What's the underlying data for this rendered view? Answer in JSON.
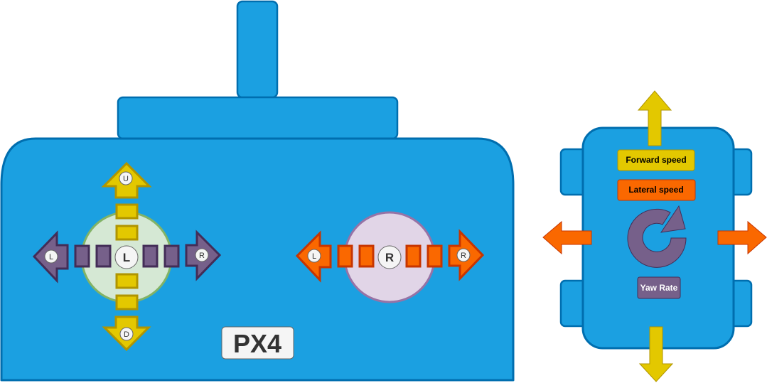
{
  "diagram": {
    "title": "PX4 RC controller to vehicle mapping",
    "controller": {
      "brand_label": "PX4",
      "left_stick": {
        "label": "L",
        "up_label": "U",
        "down_label": "D",
        "left_label": "L",
        "right_label": "R"
      },
      "right_stick": {
        "label": "R",
        "left_label": "L",
        "right_label": "R"
      }
    },
    "vehicle": {
      "forward_speed_label": "Forward speed",
      "lateral_speed_label": "Lateral speed",
      "yaw_rate_label": "Yaw Rate"
    },
    "colors": {
      "body": "#1ba0e1",
      "body_stroke": "#006eaf",
      "yellow": "#e3c800",
      "yellow_stroke": "#b09500",
      "purple": "#76608a",
      "purple_stroke": "#432d57",
      "orange": "#fa6800",
      "orange_stroke": "#c73500",
      "left_stick_fill": "#d5e8d4",
      "left_stick_stroke": "#82b366",
      "right_stick_fill": "#e1d5e7",
      "right_stick_stroke": "#9673a6"
    }
  }
}
